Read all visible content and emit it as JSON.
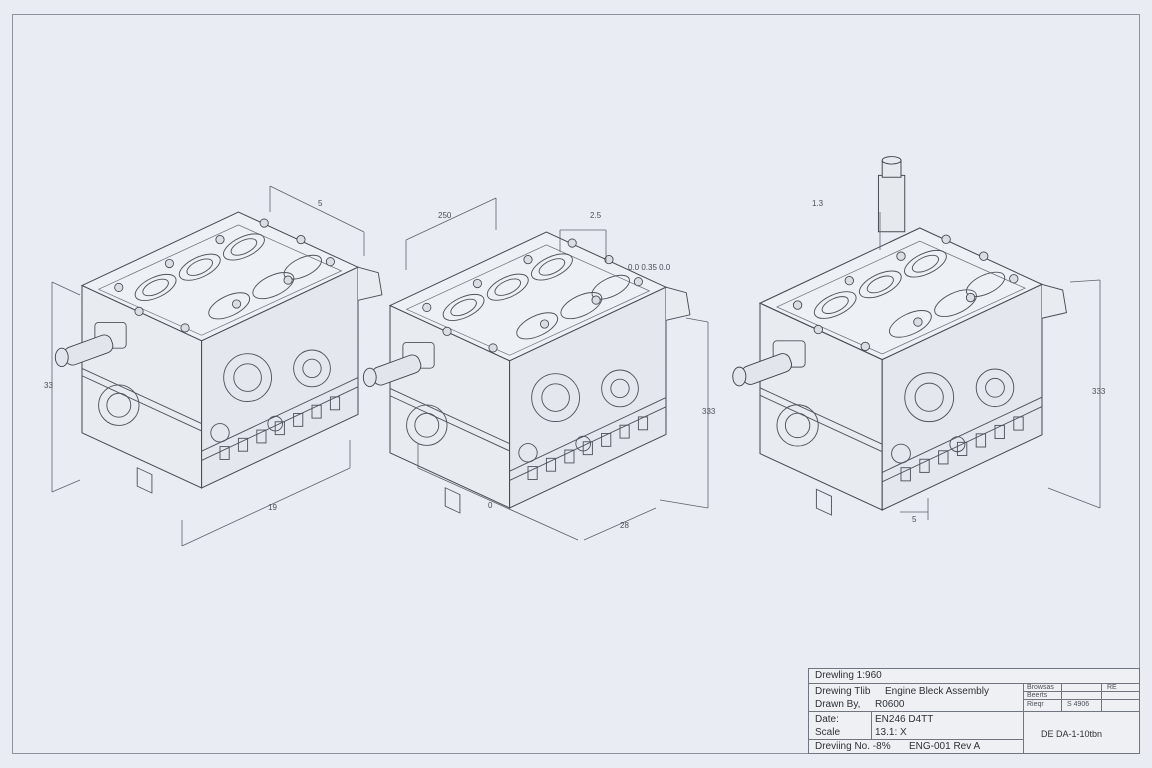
{
  "dimensions": {
    "view1": {
      "top": "5",
      "left": "33",
      "bottom": "19"
    },
    "view2": {
      "top": "250",
      "top_right": "2.5",
      "right_label": "0.0 0.35 0.0",
      "right": "333",
      "bottom": "0",
      "bottom_right": "28"
    },
    "view3": {
      "top": "1.3",
      "right": "333",
      "bottom": "5"
    }
  },
  "title_block": {
    "drawing": "Drewling 1:960",
    "title_label": "Drewing Tlib",
    "title_value": "Engine Bleck Assembly",
    "drawn_by_label": "Drawn By,",
    "drawn_by_value": "R0600",
    "date_label": "Date:",
    "date_value": "EN246 D4TT",
    "scale_label": "Scale",
    "scale_value": "13.1: X",
    "drawing_no_label": "Dreviing No. -8%",
    "drawing_no_value": "ENG-001 Rev A",
    "small_1": "Browsas",
    "small_2": "Beerts",
    "small_3": "Rieqr",
    "small_4": "S 4906",
    "rev_label": "RE",
    "footer_right": "DE DA-1-10tbn"
  }
}
